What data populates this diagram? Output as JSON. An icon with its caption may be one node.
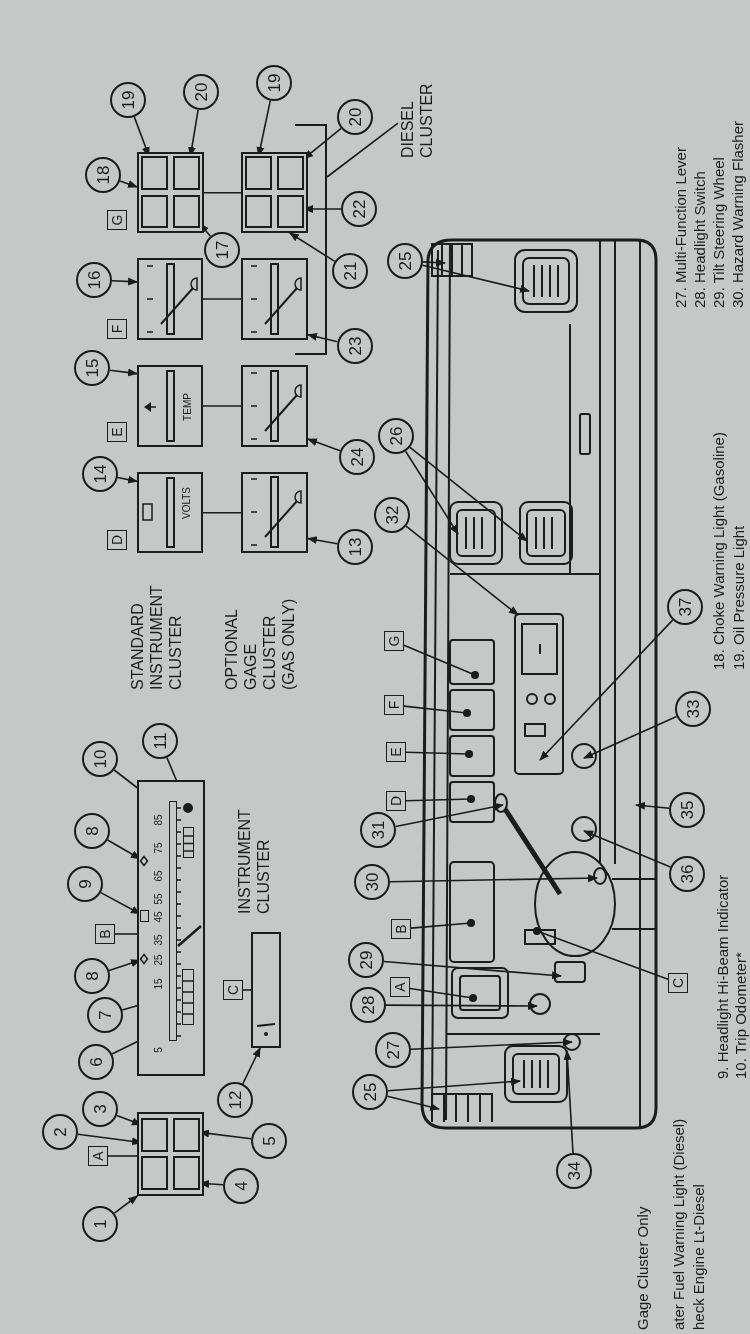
{
  "diagram": {
    "nodes": [
      {
        "text": [
          "A"
        ]
      },
      {
        "text": [],
        "shape": "box"
      },
      {
        "text": [],
        "shape": "box",
        "in": 1
      },
      {
        "text": [],
        "shape": "box",
        "in": 1
      },
      {
        "text": [],
        "shape": "box",
        "in": 1
      },
      {
        "text": [],
        "shape": "box",
        "in": 1
      },
      {
        "text": [
          "1"
        ]
      },
      {
        "text": [
          "2"
        ]
      },
      {
        "text": [
          "3"
        ]
      },
      {
        "text": [
          "4"
        ]
      },
      {
        "text": [
          "5"
        ]
      },
      {
        "text": [
          "B"
        ]
      },
      {
        "text": [
          "5",
          "15",
          "25",
          "35",
          "45",
          "55",
          "65",
          "75",
          "85"
        ]
      },
      {
        "text": [
          "6"
        ]
      },
      {
        "text": [
          "7"
        ]
      },
      {
        "text": [
          "8"
        ]
      },
      {
        "text": [
          "9"
        ]
      },
      {
        "text": [
          "8"
        ]
      },
      {
        "text": [
          "10"
        ]
      },
      {
        "text": [
          "11"
        ]
      },
      {
        "text": [
          "C"
        ]
      },
      {
        "text": [],
        "shape": "box"
      },
      {
        "text": [
          "12"
        ]
      },
      {
        "text": [
          "D"
        ]
      },
      {
        "text": [
          "VOLTS"
        ]
      },
      {
        "text": [
          "E"
        ]
      },
      {
        "text": [
          "TEMP"
        ]
      },
      {
        "text": [
          "F"
        ]
      },
      {
        "text": [],
        "shape": "box"
      },
      {
        "text": [
          "G"
        ]
      },
      {
        "text": [],
        "shape": "box"
      },
      {
        "text": [],
        "shape": "box",
        "in": 30
      },
      {
        "text": [],
        "shape": "box",
        "in": 30
      },
      {
        "text": [],
        "shape": "box",
        "in": 30
      },
      {
        "text": [],
        "shape": "box",
        "in": 30
      },
      {
        "text": [],
        "shape": "box"
      },
      {
        "text": [],
        "shape": "box"
      },
      {
        "text": [],
        "shape": "box"
      },
      {
        "text": [],
        "shape": "box"
      },
      {
        "text": [],
        "shape": "box",
        "in": 38
      },
      {
        "text": [],
        "shape": "box",
        "in": 38
      },
      {
        "text": [],
        "shape": "box",
        "in": 38
      },
      {
        "text": [],
        "shape": "box",
        "in": 38
      },
      {
        "text": [
          "14"
        ]
      },
      {
        "text": [
          "15"
        ]
      },
      {
        "text": [
          "16"
        ]
      },
      {
        "text": [
          "18"
        ]
      },
      {
        "text": [
          "19"
        ]
      },
      {
        "text": [
          "20"
        ]
      },
      {
        "text": [
          "17"
        ]
      },
      {
        "text": [
          "19"
        ]
      },
      {
        "text": [
          "20"
        ]
      },
      {
        "text": [
          "22"
        ]
      },
      {
        "text": [
          "21"
        ]
      },
      {
        "text": [
          "23"
        ]
      },
      {
        "text": [
          "24"
        ]
      },
      {
        "text": [
          "13"
        ]
      },
      {
        "text": [
          "DIESEL CLUSTER"
        ]
      },
      {
        "text": [
          "25"
        ]
      },
      {
        "text": [
          "27"
        ]
      },
      {
        "text": [
          "28"
        ]
      },
      {
        "text": [
          "29"
        ]
      },
      {
        "text": [
          "30"
        ]
      },
      {
        "text": [
          "31"
        ]
      },
      {
        "text": [
          "A"
        ]
      },
      {
        "text": [
          "B"
        ]
      },
      {
        "text": [
          "D"
        ]
      },
      {
        "text": [
          "E"
        ]
      },
      {
        "text": [
          "F"
        ]
      },
      {
        "text": [
          "G"
        ]
      },
      {
        "text": [
          "C"
        ]
      },
      {
        "text": [
          "32"
        ]
      },
      {
        "text": [
          "26"
        ]
      },
      {
        "text": [
          "25"
        ]
      },
      {
        "text": [
          "37"
        ]
      },
      {
        "text": [
          "33"
        ]
      },
      {
        "text": [
          "35"
        ]
      },
      {
        "text": [
          "36"
        ]
      },
      {
        "text": [
          "34"
        ]
      },
      {
        "text": [],
        "shape": "bar",
        "in": 12
      },
      {
        "text": [],
        "shape": "bar",
        "in": 12
      },
      {
        "text": [],
        "shape": "diamond",
        "in": 12
      },
      {
        "text": [],
        "shape": "box",
        "in": 12
      },
      {
        "text": [],
        "shape": "diamond",
        "in": 12
      },
      {
        "text": [],
        "shape": "box",
        "in": 12
      },
      {
        "text": [],
        "shape": "circle",
        "in": 12
      },
      {
        "text": [],
        "shape": "bracket"
      }
    ],
    "edges": [
      {
        "from": 0,
        "to": 1,
        "arrow": "none"
      },
      {
        "from": 6,
        "to": 1,
        "arrow": "to"
      },
      {
        "from": 7,
        "to": 3,
        "arrow": "to"
      },
      {
        "from": 8,
        "to": 3,
        "arrow": "to"
      },
      {
        "from": 9,
        "to": 4,
        "arrow": "to"
      },
      {
        "from": 10,
        "to": 5,
        "arrow": "to"
      },
      {
        "from": 11,
        "to": 12,
        "arrow": "none"
      },
      {
        "from": 13,
        "to": 80,
        "arrow": "to"
      },
      {
        "from": 14,
        "to": 79,
        "arrow": "to"
      },
      {
        "from": 15,
        "to": 83,
        "arrow": "to"
      },
      {
        "from": 16,
        "to": 82,
        "arrow": "to"
      },
      {
        "from": 17,
        "to": 81,
        "arrow": "to"
      },
      {
        "from": 18,
        "to": 84,
        "arrow": "to"
      },
      {
        "from": 19,
        "to": 85,
        "arrow": "to"
      },
      {
        "from": 20,
        "to": 21,
        "arrow": "none"
      },
      {
        "from": 22,
        "to": 21,
        "arrow": "to"
      },
      {
        "from": 43,
        "to": 24,
        "arrow": "to"
      },
      {
        "from": 44,
        "to": 26,
        "arrow": "to"
      },
      {
        "from": 45,
        "to": 28,
        "arrow": "to"
      },
      {
        "from": 46,
        "to": 30,
        "arrow": "to"
      },
      {
        "from": 47,
        "to": 32,
        "arrow": "to"
      },
      {
        "from": 48,
        "to": 34,
        "arrow": "to"
      },
      {
        "from": 49,
        "to": 33,
        "arrow": "to"
      },
      {
        "from": 24,
        "to": 35,
        "arrow": "none"
      },
      {
        "from": 26,
        "to": 36,
        "arrow": "none"
      },
      {
        "from": 28,
        "to": 37,
        "arrow": "none"
      },
      {
        "from": 30,
        "to": 38,
        "arrow": "none"
      },
      {
        "from": 50,
        "to": 40,
        "arrow": "to"
      },
      {
        "from": 51,
        "to": 42,
        "arrow": "to"
      },
      {
        "from": 52,
        "to": 41,
        "arrow": "to"
      },
      {
        "from": 53,
        "to": 38,
        "arrow": "to"
      },
      {
        "from": 54,
        "to": 37,
        "arrow": "to"
      },
      {
        "from": 55,
        "to": 36,
        "arrow": "to"
      },
      {
        "from": 56,
        "to": 35,
        "arrow": "to"
      },
      {
        "from": 57,
        "to": 86,
        "arrow": "none"
      },
      {
        "from": 58,
        "to": null,
        "arrow": "to"
      },
      {
        "from": 58,
        "to": null,
        "arrow": "to"
      },
      {
        "from": 59,
        "to": null,
        "arrow": "to"
      },
      {
        "from": 60,
        "to": null,
        "arrow": "to"
      },
      {
        "from": 61,
        "to": null,
        "arrow": "to"
      },
      {
        "from": 62,
        "to": null,
        "arrow": "to"
      },
      {
        "from": 63,
        "to": null,
        "arrow": "to"
      },
      {
        "from": 64,
        "to": null,
        "arrow": "other"
      },
      {
        "from": 65,
        "to": null,
        "arrow": "other"
      },
      {
        "from": 66,
        "to": null,
        "arrow": "other"
      },
      {
        "from": 67,
        "to": null,
        "arrow": "other"
      },
      {
        "from": 68,
        "to": null,
        "arrow": "other"
      },
      {
        "from": 69,
        "to": null,
        "arrow": "other"
      },
      {
        "from": 70,
        "to": null,
        "arrow": "other"
      },
      {
        "from": 71,
        "to": null,
        "arrow": "to"
      },
      {
        "from": 72,
        "to": null,
        "arrow": "to"
      },
      {
        "from": 72,
        "to": null,
        "arrow": "to"
      },
      {
        "from": 73,
        "to": null,
        "arrow": "to"
      },
      {
        "from": 73,
        "to": null,
        "arrow": "to"
      },
      {
        "from": 74,
        "to": null,
        "arrow": "to"
      },
      {
        "from": 75,
        "to": null,
        "arrow": "to"
      },
      {
        "from": 76,
        "to": null,
        "arrow": "to"
      },
      {
        "from": 77,
        "to": null,
        "arrow": "to"
      },
      {
        "from": 78,
        "to": null,
        "arrow": "to"
      }
    ],
    "labels": [
      "STANDARD INSTRUMENT CLUSTER",
      "OPTIONAL GAGE CLUSTER (GAS ONLY)",
      "INSTRUMENT CLUSTER",
      "Gage Cluster Only",
      "ater Fuel Warning Light (Diesel)",
      "heck Engine Lt-Diesel",
      "9. Headlight Hi-Beam Indicator",
      "10. Trip Odometer*",
      "18. Choke Warning Light (Gasoline)",
      "19. Oil Pressure Light",
      "27. Multi-Function Lever",
      "28. Headlight Switch",
      "29. Tilt Steering Wheel",
      "30. Hazard Warning Flasher"
    ]
  }
}
